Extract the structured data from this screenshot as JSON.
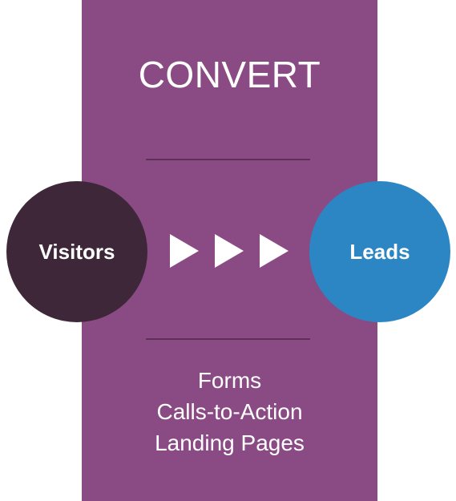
{
  "stage": {
    "title": "CONVERT",
    "panel_color": "#8a4b84"
  },
  "flow": {
    "source_label": "Visitors",
    "target_label": "Leads",
    "source_color": "#3e2739",
    "target_color": "#2c86c4",
    "arrow_icon": "play-triangle-icon",
    "arrow_count": 3
  },
  "tactics": [
    "Forms",
    "Calls-to-Action",
    "Landing Pages"
  ]
}
